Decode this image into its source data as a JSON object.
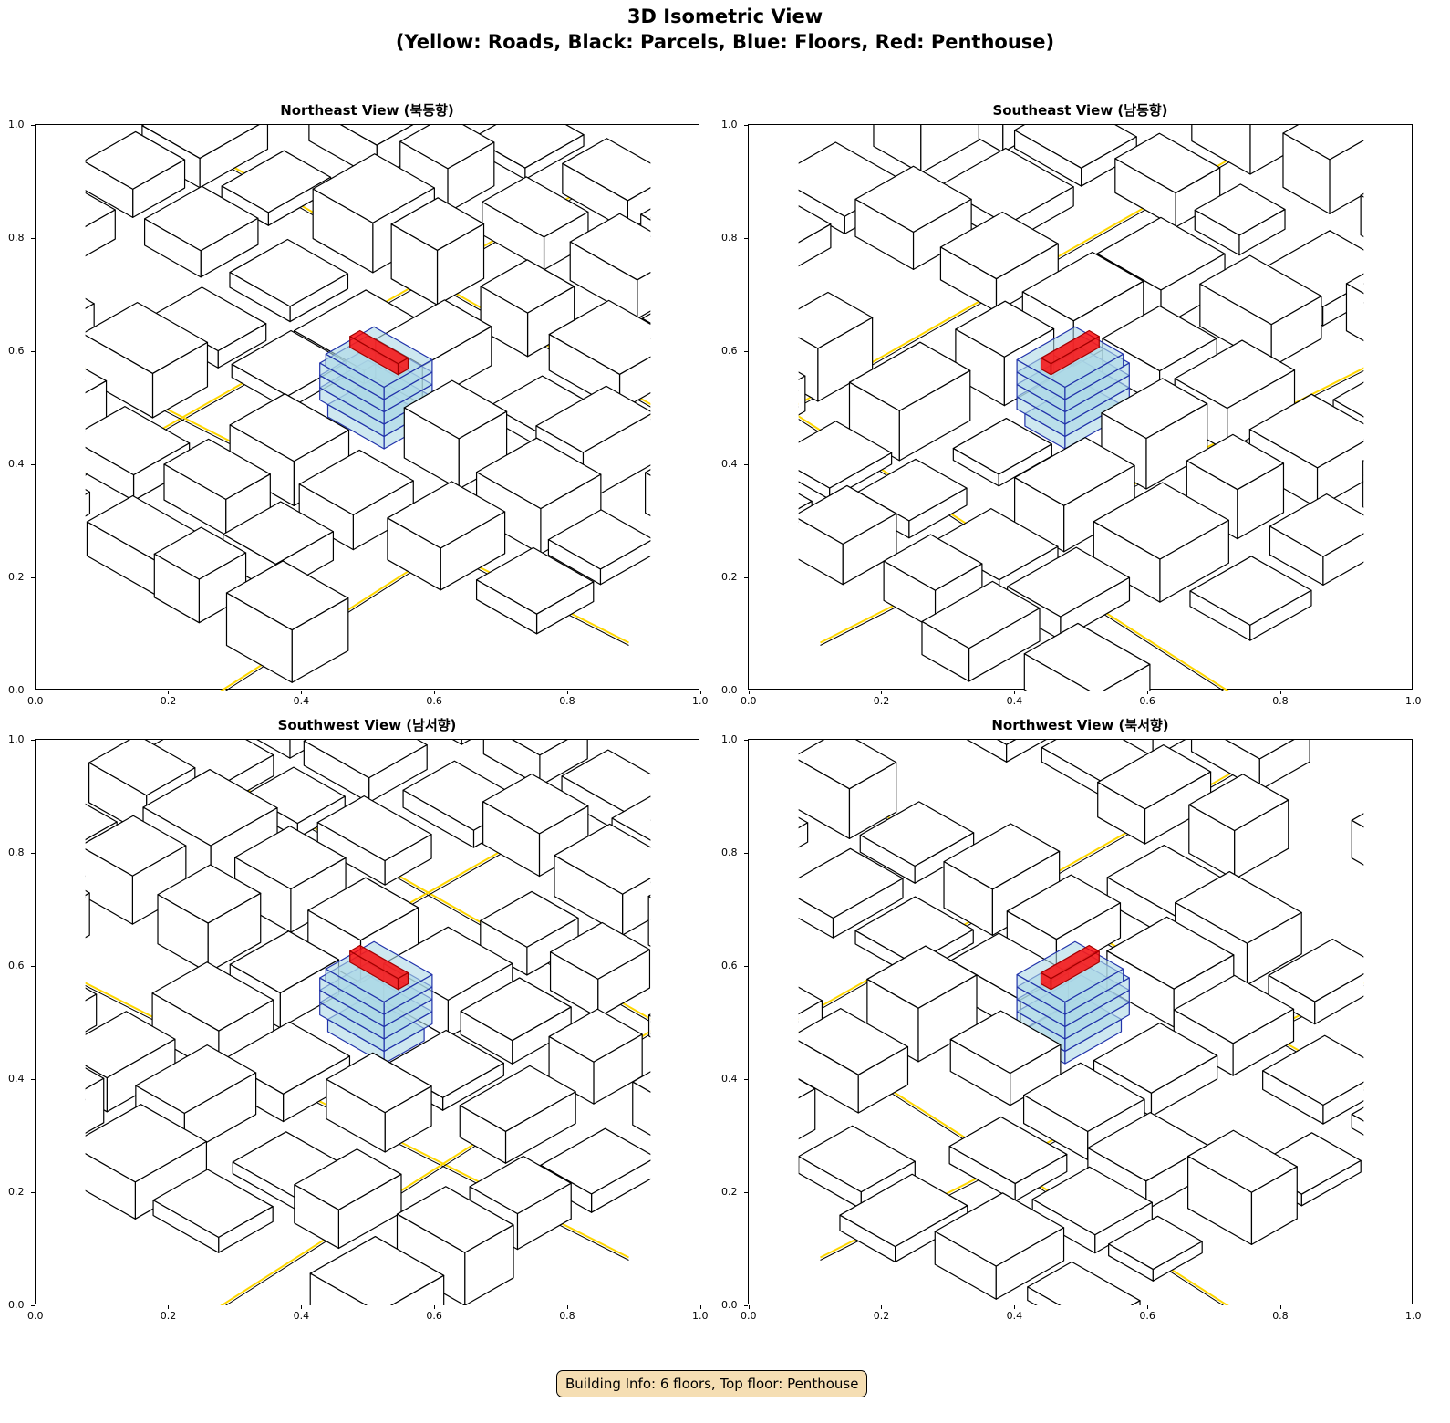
{
  "figure": {
    "title_line1": "3D Isometric View",
    "title_line2": "(Yellow: Roads, Black: Parcels, Blue: Floors, Red: Penthouse)"
  },
  "panels": [
    {
      "title": "Northeast View (북동향)",
      "seed": 11,
      "mirror": false
    },
    {
      "title": "Southeast View (남동향)",
      "seed": 23,
      "mirror": true
    },
    {
      "title": "Southwest View (남서향)",
      "seed": 37,
      "mirror": false
    },
    {
      "title": "Northwest View (북서향)",
      "seed": 51,
      "mirror": true
    }
  ],
  "axes": {
    "x_ticks": [
      "0.0",
      "0.2",
      "0.4",
      "0.6",
      "0.8",
      "1.0"
    ],
    "y_ticks": [
      "0.0",
      "0.2",
      "0.4",
      "0.6",
      "0.8",
      "1.0"
    ],
    "xlim": [
      0,
      1
    ],
    "ylim": [
      0,
      1
    ]
  },
  "building": {
    "floors": 6,
    "top_floor": "Penthouse"
  },
  "info_text": "Building Info: 6 floors, Top floor: Penthouse",
  "colors": {
    "road": "#ffd700",
    "parcel": "#000000",
    "floor_fill": "#add8e6",
    "floor_edge": "#2233aa",
    "penthouse": "#ff0000",
    "info_bg": "#f5deb3"
  }
}
